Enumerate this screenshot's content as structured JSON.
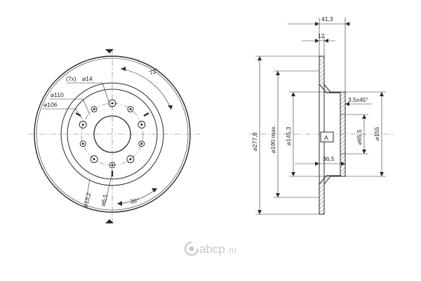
{
  "front_view": {
    "bolt_hole_count_label": "(7x)",
    "bolt_hole_diameter_label": "⌀14",
    "diameter_110_label": "⌀110",
    "diameter_106_label": "⌀106",
    "angle_72_label": "72°",
    "angle_36_label": "36°",
    "diameter_13_2_label": "⌀13,2",
    "diameter_6_5_label": "⌀6,5"
  },
  "side_view": {
    "width_41_3_label": "41,3",
    "width_12_label": "12",
    "chamfer_label": "3,5x45°",
    "datum_label": "A",
    "depth_36_5_label": "36,5",
    "outer_diameter_label": "⌀277,8",
    "wear_diameter_label": "⌀190 max.",
    "hat_diameter_label": "⌀145,3",
    "bore_diameter_label": "⌀65,5",
    "hat_outer_diameter_label": "⌀155"
  },
  "watermark": {
    "brand": "abcp",
    "tld": ".ru",
    "colors": {
      "gray": "#c8c8c8"
    }
  },
  "colors": {
    "ink": "#2a2a2a",
    "background": "#ffffff"
  }
}
